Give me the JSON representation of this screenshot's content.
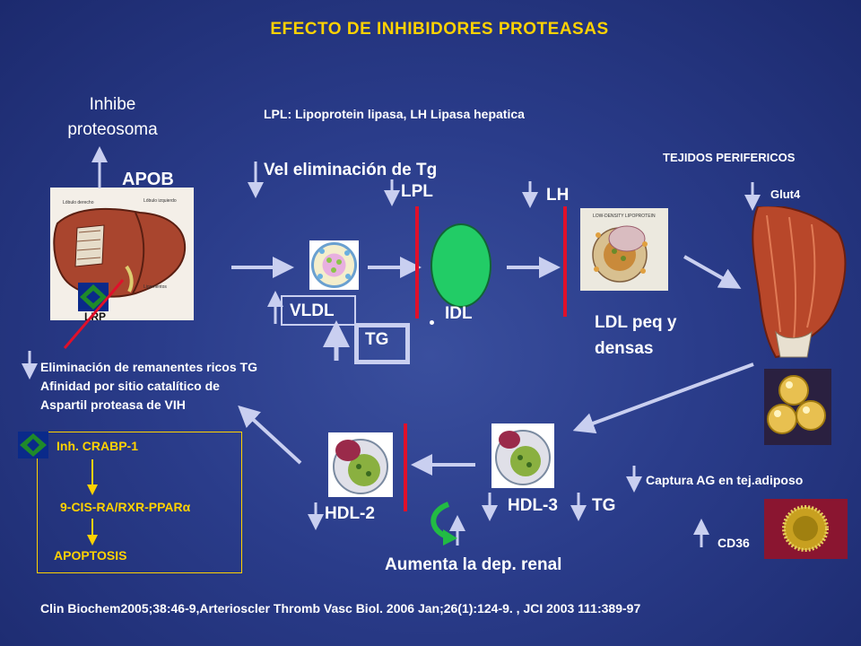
{
  "slide": {
    "title": "EFECTO DE INHIBIDORES PROTEASAS",
    "inhibe": [
      "Inhibe",
      "proteosoma"
    ],
    "apob": "APOB",
    "lrp": "LRP",
    "definition": "LPL: Lipoprotein lipasa, LH Lipasa hepatica",
    "vel": "Vel eliminación de Tg",
    "lpl": "LPL",
    "lh": "LH",
    "tejidos": "TEJIDOS PERIFERICOS",
    "glut4": "Glut4",
    "vldl": "VLDL",
    "idl": "IDL",
    "tg_box": "TG",
    "ldl_lines": [
      "LDL peq y",
      "densas"
    ],
    "elim_lines": [
      "Eliminación de remanentes ricos TG",
      "Afinidad por sitio catalítico de",
      "Aspartil proteasa de VIH"
    ],
    "crabp": "Inh. CRABP-1",
    "cisra": "9-CIS-RA/RXR-PPARα",
    "apoptosis": "APOPTOSIS",
    "hdl2": "HDL-2",
    "hdl3": "HDL-3",
    "tg2": "TG",
    "aumenta": "Aumenta la dep. renal",
    "captura": "Captura AG en tej.adiposo",
    "cd36": "CD36",
    "citation": "Clin Biochem2005;38:46-9,Arterioscler Thromb Vasc Biol. 2006 Jan;26(1):124-9. ,  JCI 2003 111:389-97",
    "ldl_figure_title": "LOW-DENSITY LIPOPROTEIN",
    "liver_labels": [
      "Lóbulo derecho",
      "Lóbulo izquierdo",
      "Ligamentos"
    ]
  },
  "colors": {
    "background": "#2a3c8a",
    "title": "#ffd200",
    "text": "#ffffff",
    "arrow": "#c9cff0",
    "red_bar": "#e0102a",
    "idl_circle": "#22cc66"
  }
}
